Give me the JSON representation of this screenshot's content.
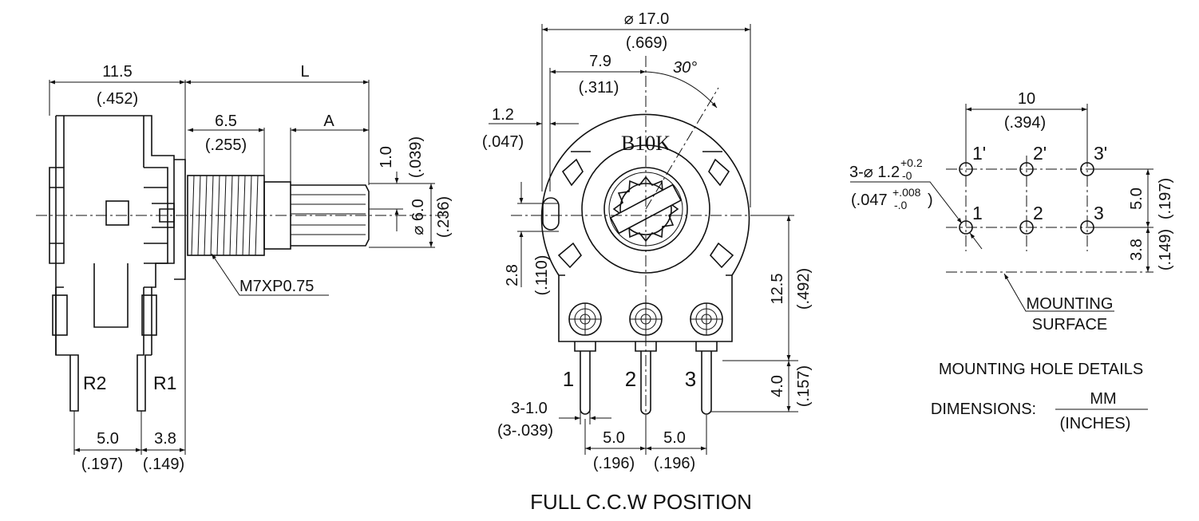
{
  "side_view": {
    "dim_body_mm": "11.5",
    "dim_body_in": "(.452)",
    "dim_L": "L",
    "dim_thread_mm": "6.5",
    "dim_thread_in": "(.255)",
    "dim_A": "A",
    "dim_flat_mm": "1.0",
    "dim_flat_in": "(.039)",
    "dim_shaft_mm": "⌀ 6.0",
    "dim_shaft_in": "(.236)",
    "thread_spec": "M7XP0.75",
    "terminal_r2": "R2",
    "terminal_r1": "R1",
    "dim_r_pitch_mm": "5.0",
    "dim_r_pitch_in": "(.197)",
    "dim_r_offset_mm": "3.8",
    "dim_r_offset_in": "(.149)"
  },
  "front_view": {
    "dim_dia_mm": "⌀ 17.0",
    "dim_dia_in": "(.669)",
    "dim_half_mm": "7.9",
    "dim_half_in": "(.311)",
    "angle": "30°",
    "dim_tab_mm": "1.2",
    "dim_tab_in": "(.047)",
    "marking": "B10K",
    "dim_28_mm": "2.8",
    "dim_28_in": "(.110)",
    "dim_125_mm": "12.5",
    "dim_125_in": "(.492)",
    "dim_40_mm": "4.0",
    "dim_40_in": "(.157)",
    "pin_labels": [
      "1",
      "2",
      "3"
    ],
    "dim_pin_mm": "3-1.0",
    "dim_pin_in": "(3-.039)",
    "dim_p1_mm": "5.0",
    "dim_p1_in": "(.196)",
    "dim_p2_mm": "5.0",
    "dim_p2_in": "(.196)",
    "caption": "FULL C.C.W POSITION"
  },
  "hole_details": {
    "dim_10_mm": "10",
    "dim_10_in": "(.394)",
    "hole_spec_mm": "3-⌀ 1.2",
    "hole_tol_mm_plus": "+0.2",
    "hole_tol_mm_minus": "-0",
    "hole_spec_in": "(.047",
    "hole_tol_in_plus": "+.008",
    "hole_tol_in_minus": "-.0",
    "hole_spec_in_close": ")",
    "top_labels": [
      "1'",
      "2'",
      "3'"
    ],
    "bottom_labels": [
      "1",
      "2",
      "3"
    ],
    "dim_50_mm": "5.0",
    "dim_50_in": "(.197)",
    "dim_38_mm": "3.8",
    "dim_38_in": "(.149)",
    "mounting_label_1": "MOUNTING",
    "mounting_label_2": "SURFACE",
    "title": "MOUNTING HOLE DETAILS",
    "units_label": "DIMENSIONS:",
    "units_top": "MM",
    "units_bottom": "(INCHES)"
  }
}
